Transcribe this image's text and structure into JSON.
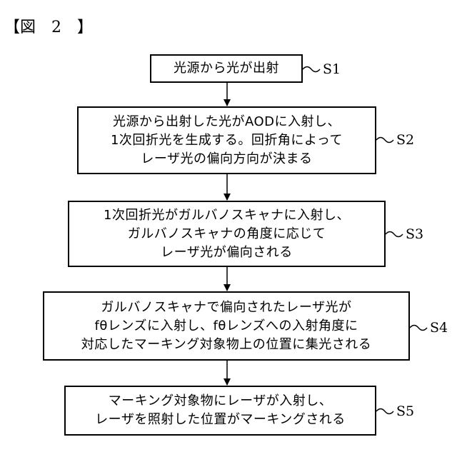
{
  "figure_label": "【図　2　】",
  "steps": [
    {
      "id": "S1",
      "label": "S1",
      "lines": [
        "光源から光が出射"
      ]
    },
    {
      "id": "S2",
      "label": "S2",
      "lines": [
        "光源から出射した光がAODに入射し、",
        "1次回折光を生成する。回折角によって",
        "レーザ光の偏向方向が決まる"
      ]
    },
    {
      "id": "S3",
      "label": "S3",
      "lines": [
        "1次回折光がガルバノスキャナに入射し、",
        "ガルバノスキャナの角度に応じて",
        "レーザ光が偏向される"
      ]
    },
    {
      "id": "S4",
      "label": "S4",
      "lines": [
        "ガルバノスキャナで偏向されたレーザ光が",
        "fθレンズに入射し、fθレンズへの入射角度に",
        "対応したマーキング対象物上の位置に集光される"
      ]
    },
    {
      "id": "S5",
      "label": "S5",
      "lines": [
        "マーキング対象物にレーザが入射し、",
        "レーザを照射した位置がマーキングされる"
      ]
    }
  ]
}
